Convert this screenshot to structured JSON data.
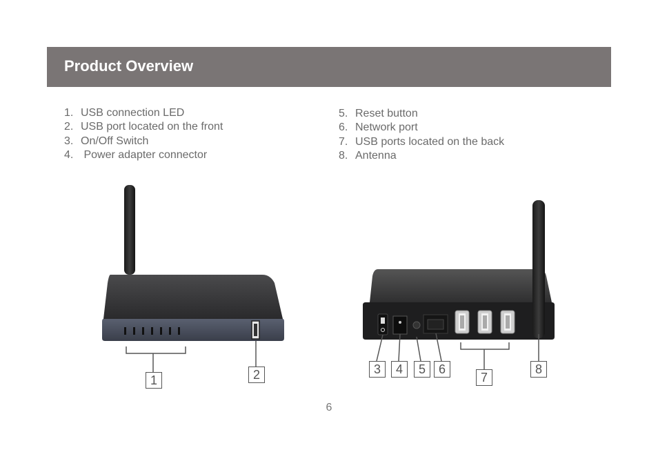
{
  "header": {
    "title": "Product Overview"
  },
  "items_left": [
    {
      "num": "1.",
      "label": "USB connection LED"
    },
    {
      "num": "2.",
      "label": "USB port located on the front"
    },
    {
      "num": "3.",
      "label": "On/Off Switch"
    },
    {
      "num": "4.",
      "label": " Power adapter connector"
    }
  ],
  "items_right": [
    {
      "num": "5.",
      "label": "Reset button"
    },
    {
      "num": "6.",
      "label": "Network port"
    },
    {
      "num": "7.",
      "label": "USB ports located on the back"
    },
    {
      "num": "8.",
      "label": "Antenna"
    }
  ],
  "callouts": [
    "1",
    "2",
    "3",
    "4",
    "5",
    "6",
    "7",
    "8"
  ],
  "page_number": "6"
}
